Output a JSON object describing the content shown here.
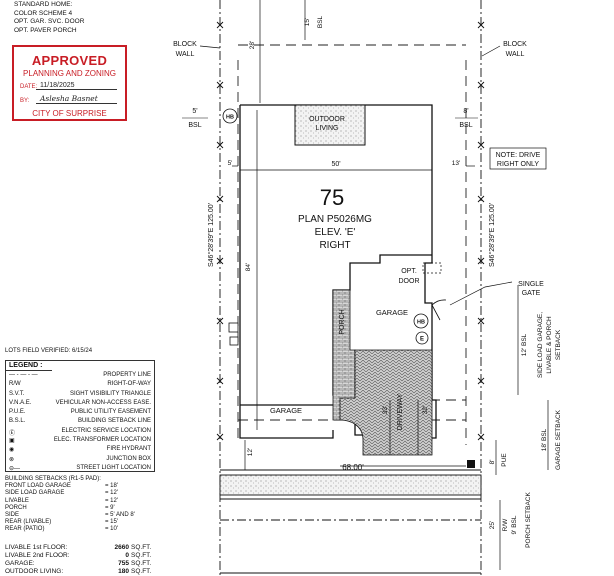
{
  "notes": {
    "lines": [
      "STANDARD HOME:",
      "COLOR SCHEME 4",
      "OPT. GAR. SVC. DOOR",
      "OPT. PAVER PORCH"
    ]
  },
  "stamp": {
    "title": "APPROVED",
    "subtitle": "PLANNING AND ZONING",
    "date_label": "DATE:",
    "date": "11/18/2025",
    "by_label": "BY:",
    "signature": "Aslesha Basnet",
    "city": "CITY OF SURPRISE",
    "color": "#c81d25"
  },
  "plan": {
    "lot_number": "75",
    "plan_name": "PLAN P5026MG",
    "elevation": "ELEV. 'E'",
    "orientation": "RIGHT",
    "labels": {
      "block_wall_left": [
        "BLOCK",
        "WALL"
      ],
      "block_wall_right": [
        "BLOCK",
        "WALL"
      ],
      "bsl_left": [
        "5'",
        "BSL"
      ],
      "bsl_right": [
        "8'",
        "BSL"
      ],
      "outdoor_living": [
        "OUTDOOR",
        "LIVING"
      ],
      "note_drive": [
        "NOTE: DRIVE",
        "RIGHT ONLY"
      ],
      "opt_door": [
        "OPT.",
        "DOOR"
      ],
      "single_gate": [
        "SINGLE",
        "GATE"
      ],
      "garage_upper": "GARAGE",
      "garage_lower": "GARAGE",
      "porch": "PORCH",
      "driveway": "DRIVEWAY",
      "hb1": "HB",
      "hb2": "HB",
      "e_symbol": "E",
      "bearing_left": "S46°28'39\"E 125.00'",
      "bearing_right": "S46°28'39\"E 125.00'",
      "side_load_setback": [
        "SIDE LOAD GARAGE,",
        "LIVABLE & PORCH",
        "SETBACK"
      ],
      "bsl_12": "12' BSL",
      "bsl_18": "18' BSL",
      "garage_setback": "GARAGE SETBACK",
      "pue": "PUE",
      "rw": "R/W",
      "bsl_9": "9' BSL",
      "porch_setback": "PORCH SETBACK"
    },
    "dims": {
      "top_15": "15'",
      "top_bsl": "BSL",
      "rear_28": "28'",
      "side_5": "5'",
      "width_50": "50'",
      "side_13": "13'",
      "depth_84": "84'",
      "d_33": "33'",
      "d_32": "32'",
      "front_12": "12'",
      "frontage": "68.00'",
      "pue_8": "8'",
      "rw_25": "25'"
    }
  },
  "lots_verified": "LOTS FIELD VERIFIED: 6/15/24",
  "legend": {
    "title": "LEGEND :",
    "rows": [
      {
        "key": "— - — - —",
        "value": "PROPERTY LINE"
      },
      {
        "key": "R/W",
        "value": "RIGHT-OF-WAY"
      },
      {
        "key": "S.V.T.",
        "value": "SIGHT VISIBILITY TRIANGLE"
      },
      {
        "key": "V.N.A.E.",
        "value": "VEHICULAR NON-ACCESS EASE."
      },
      {
        "key": "P.U.E.",
        "value": "PUBLIC UTILITY EASEMENT"
      },
      {
        "key": "B.S.L.",
        "value": "BUILDING SETBACK LINE"
      },
      {
        "key": "Ⓔ",
        "value": "ELECTRIC SERVICE LOCATION"
      },
      {
        "key": "▣",
        "value": "ELEC. TRANSFORMER LOCATION"
      },
      {
        "key": "◉",
        "value": "FIRE HYDRANT"
      },
      {
        "key": "⊗",
        "value": "JUNCTION BOX"
      },
      {
        "key": "⊖—",
        "value": "STREET LIGHT LOCATION"
      }
    ]
  },
  "setbacks": {
    "title": "BUILDING SETBACKS (R1-5 PAD):",
    "rows": [
      {
        "key": "FRONT LOAD GARAGE",
        "value": "= 18'"
      },
      {
        "key": "SIDE LOAD GARAGE",
        "value": "= 12'"
      },
      {
        "key": "LIVABLE",
        "value": "= 12'"
      },
      {
        "key": "PORCH",
        "value": "= 9'"
      },
      {
        "key": "SIDE",
        "value": "= 5' AND 8'"
      },
      {
        "key": "REAR (LIVABLE)",
        "value": "= 15'"
      },
      {
        "key": "REAR (PATIO)",
        "value": "= 10'"
      }
    ]
  },
  "areas": {
    "rows": [
      {
        "key": "LIVABLE 1st FLOOR:",
        "value": "2660",
        "unit": "SQ.FT."
      },
      {
        "key": "LIVABLE 2nd FLOOR:",
        "value": "0",
        "unit": "SQ.FT."
      },
      {
        "key": "GARAGE:",
        "value": "755",
        "unit": "SQ.FT."
      },
      {
        "key": "OUTDOOR LIVING:",
        "value": "180",
        "unit": "SQ.FT."
      }
    ]
  }
}
